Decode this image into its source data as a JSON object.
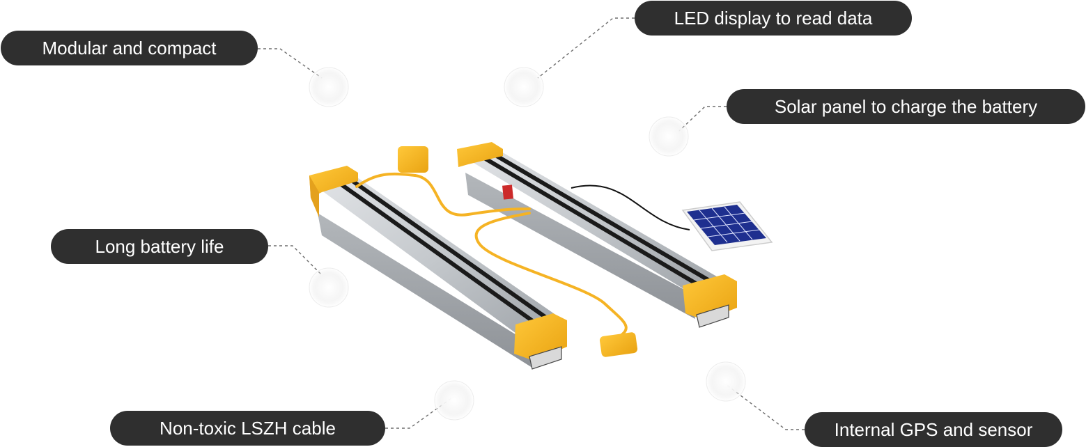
{
  "callouts": {
    "modular": "Modular and compact",
    "led": "LED display to read data",
    "solar": "Solar panel to charge the battery",
    "battery": "Long battery life",
    "cable": "Non-toxic LSZH cable",
    "gps": "Internal GPS and sensor"
  },
  "colors": {
    "pill_background": "#2f2f2f",
    "pill_text": "#ffffff",
    "endcap_yellow": "#f5b324",
    "aluminium": "#c7cacd",
    "solar_cell": "#1e2f8f",
    "connector_line": "#6d6d6d"
  }
}
